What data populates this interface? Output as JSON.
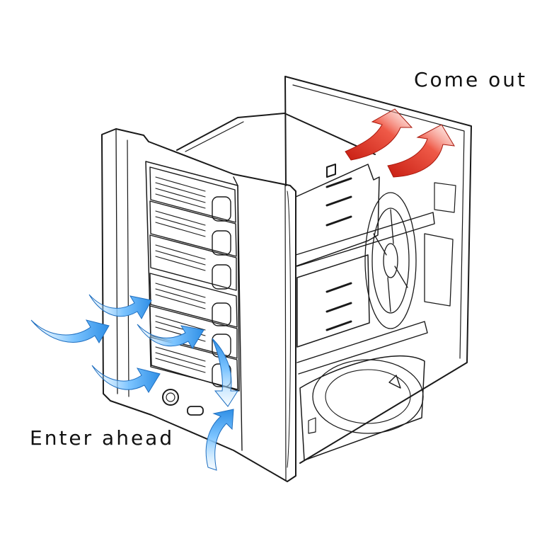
{
  "labels": {
    "exhaust": "Come out",
    "intake": "Enter ahead"
  },
  "colors": {
    "intake_arrow": "#2f8fe6",
    "intake_arrow_light": "#bfe3ff",
    "exhaust_arrow": "#e8402f",
    "exhaust_arrow_light": "#ffd0c8",
    "line": "#1a1a1a",
    "background": "#ffffff"
  },
  "icons": {
    "enclosure": "nas-chassis-drawing",
    "intake": "curved-arrow-blue",
    "exhaust": "curved-arrow-red"
  },
  "drive_bays": {
    "count": 6
  }
}
